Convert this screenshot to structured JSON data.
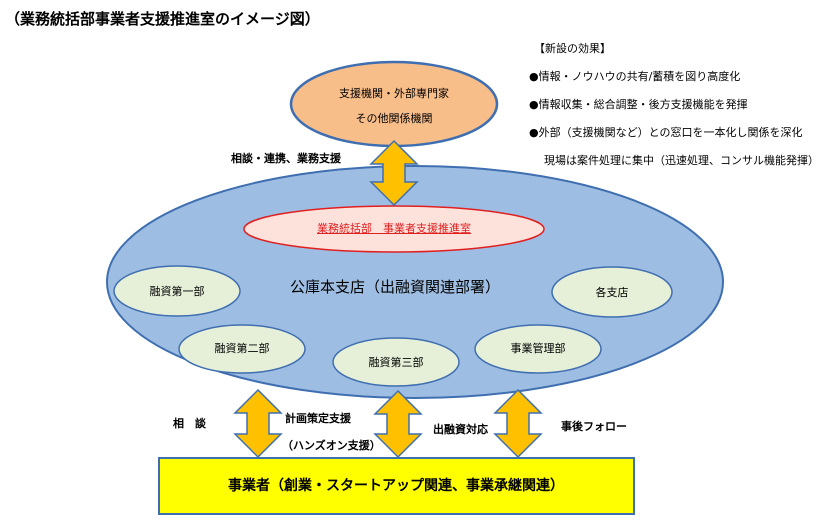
{
  "title": "（業務統括部事業者支援推進室のイメージ図）",
  "effects": {
    "heading": "【新設の効果】",
    "items": [
      "●情報・ノウハウの共有/蓄積を図り高度化",
      "●情報収集・総合調整・後方支援機能を発揮",
      "●外部（支援機関など）との窓口を一本化し関係を深化"
    ],
    "note": "現場は案件処理に集中（迅速処理、コンサル機能発揮）"
  },
  "external": {
    "line1": "支援機関・外部専門家",
    "line2": "その他関係機関"
  },
  "top_arrow_label": "相談・連携、業務支援",
  "hq": {
    "label": "公庫本支店（出融資関連部署）",
    "office": "業務統括部　事業者支援推進室",
    "depts": [
      "融資第一部",
      "融資第二部",
      "融資第三部",
      "事業管理部",
      "各支店"
    ]
  },
  "bottom_labels": {
    "consult": "相　談",
    "plan_line1": "計画策定支援",
    "plan_line2": "（ハンズオン支援）",
    "investment": "出融資対応",
    "followup": "事後フォロー"
  },
  "business": "事業者（創業・スタートアップ関連、事業承継関連）",
  "colors": {
    "external_fill": "#f8be8a",
    "hq_fill": "#9ebde2",
    "office_fill": "#fde2dc",
    "office_text": "#e02020",
    "dept_fill": "#e6efd8",
    "arrow_fill": "#ffc000",
    "business_fill": "#ffff00"
  }
}
